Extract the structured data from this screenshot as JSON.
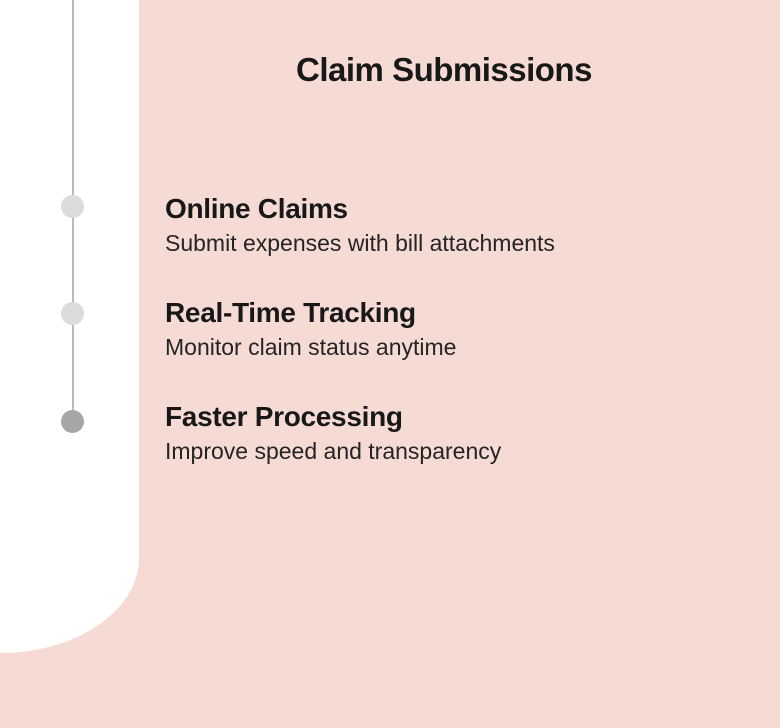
{
  "slide": {
    "title": "Claim Submissions",
    "items": [
      {
        "heading": "Online Claims",
        "description": "Submit expenses with bill attachments"
      },
      {
        "heading": "Real-Time Tracking",
        "description": "Monitor claim status anytime"
      },
      {
        "heading": "Faster Processing",
        "description": "Improve speed and transparency"
      }
    ]
  },
  "timeline": {
    "dots": [
      {
        "state": "inactive"
      },
      {
        "state": "inactive"
      },
      {
        "state": "active"
      }
    ]
  },
  "colors": {
    "background": "#f6dbd5",
    "panel": "#ffffff",
    "timeline_line": "#bababa",
    "dot_inactive": "#dcdcdc",
    "dot_active": "#a6a6a6",
    "title_text": "#181818",
    "heading_text": "#181818",
    "body_text": "#242424"
  }
}
